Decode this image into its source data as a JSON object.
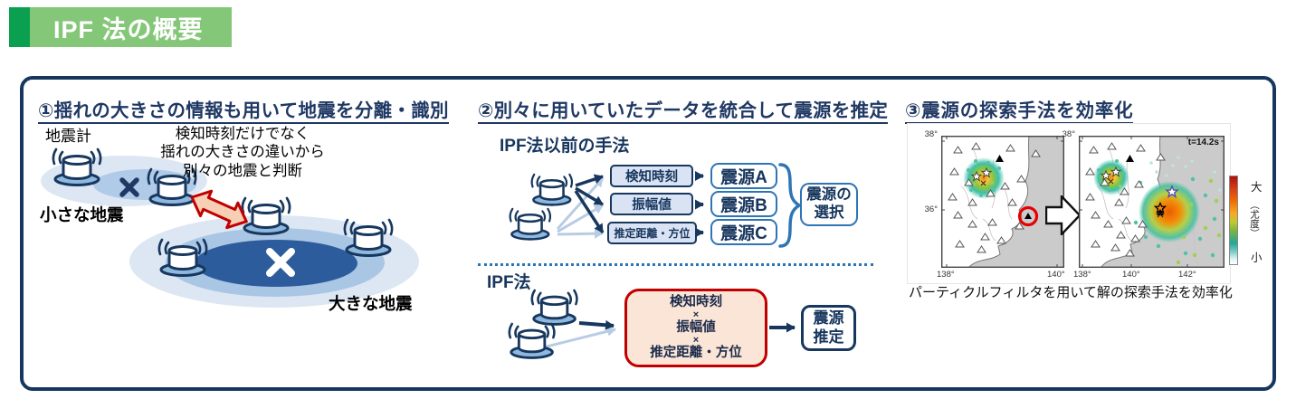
{
  "banner": {
    "title": "IPF 法の概要"
  },
  "colors": {
    "banner_green_dark": "#0ba04f",
    "banner_green_light": "#85c778",
    "navy": "#17375e",
    "heading_blue": "#1f3864",
    "box_blue": "#2e75b6",
    "light_blue_fill": "#dae3f3",
    "light_blue_arrow": "#b8cce4",
    "red": "#c00000",
    "peach_fill": "#fbe5d6",
    "sea_gray": "#cbcbcb"
  },
  "section1": {
    "heading": "①揺れの大きさの情報も用いて地震を分離・識別",
    "seismometer_label": "地震計",
    "note_line1": "検知時刻だけでなく",
    "note_line2": "揺れの大きさの違いから",
    "note_line3": "別々の地震と判断",
    "small_quake_label": "小さな地震",
    "large_quake_label": "大きな地震"
  },
  "section2": {
    "heading": "②別々に用いていたデータを統合して震源を推定",
    "legacy_title": "IPF法以前の手法",
    "input1": "検知時刻",
    "input2": "振幅値",
    "input3": "推定距離・方位",
    "output1": "震源A",
    "output2": "震源B",
    "output3": "震源C",
    "selection_line1": "震源の",
    "selection_line2": "選択",
    "ipf_title": "IPF法",
    "ipf_line1": "検知時刻",
    "ipf_times1": "×",
    "ipf_line2": "振幅値",
    "ipf_times2": "×",
    "ipf_line3": "推定距離・方位",
    "result_line1": "震源",
    "result_line2": "推定"
  },
  "section3": {
    "heading": "③震源の探索手法を効率化",
    "left_map": {
      "lat_top": "38°",
      "lat_mid": "36°",
      "lon1": "138°",
      "lon2": "140°"
    },
    "right_map": {
      "lat_top": "38°",
      "time_label": "t=14.2s",
      "lon1": "138°",
      "lon2": "140°",
      "lon3": "142°"
    },
    "colorbar": {
      "top": "大",
      "middle": "（尤度）",
      "bottom": "小"
    },
    "caption": "パーティクルフィルタを用いて解の探索手法を効率化"
  }
}
